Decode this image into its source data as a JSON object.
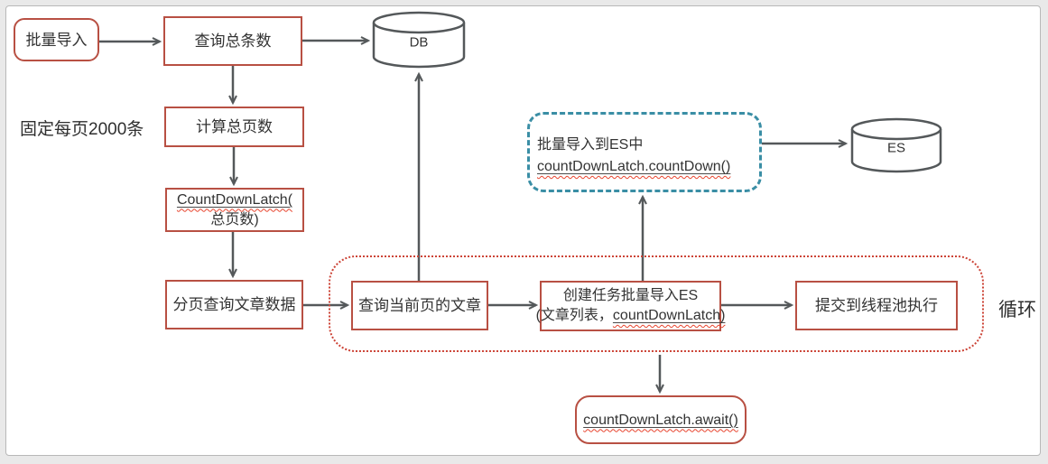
{
  "colors": {
    "box_border": "#b85043",
    "loop_border": "#cc4437",
    "note_border": "#3a8ea5",
    "arrow": "#54585a",
    "text": "#333333",
    "squiggle": "#e8442e",
    "canvas_bg": "#ffffff",
    "page_bg": "#e9e9e9"
  },
  "nodes": {
    "start": {
      "label": "批量导入"
    },
    "query_total": {
      "label": "查询总条数"
    },
    "db": {
      "label": "DB"
    },
    "page_size_note": {
      "label": "固定每页2000条"
    },
    "calc_pages": {
      "label": "计算总页数"
    },
    "latch_init": {
      "line1": "CountDownLatch(",
      "line2": "总页数)"
    },
    "paged_query": {
      "label": "分页查询文章数据"
    },
    "query_current": {
      "label": "查询当前页的文章"
    },
    "create_task": {
      "line1": "创建任务批量导入ES",
      "line2_prefix": "(文章列表，",
      "line2_code": "countDownLatch)"
    },
    "submit_pool": {
      "label": "提交到线程池执行"
    },
    "loop_label": {
      "label": "循环"
    },
    "import_note": {
      "line1": "批量导入到ES中",
      "line2": "countDownLatch.countDown()"
    },
    "es": {
      "label": "ES"
    },
    "await_call": {
      "label": "countDownLatch.await()"
    }
  }
}
